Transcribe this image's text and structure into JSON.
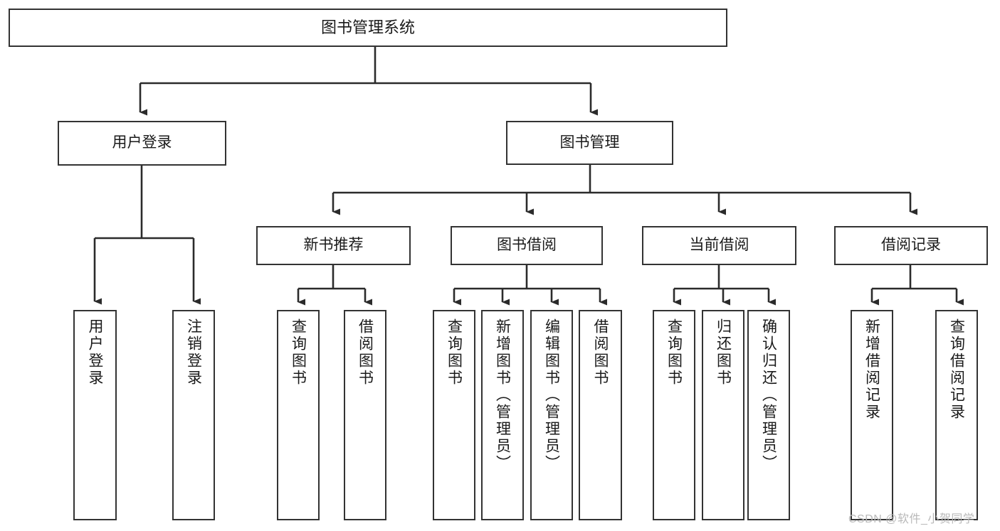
{
  "diagram": {
    "type": "tree",
    "title": "图书管理系统",
    "root": {
      "id": "root",
      "label": "图书管理系统"
    },
    "level1": [
      {
        "id": "user-login",
        "label": "用户登录"
      },
      {
        "id": "book-manage",
        "label": "图书管理"
      }
    ],
    "level2": [
      {
        "id": "new-book-rec",
        "label": "新书推荐",
        "parent": "book-manage"
      },
      {
        "id": "book-borrow",
        "label": "图书借阅",
        "parent": "book-manage"
      },
      {
        "id": "current-borrow",
        "label": "当前借阅",
        "parent": "book-manage"
      },
      {
        "id": "borrow-record",
        "label": "借阅记录",
        "parent": "book-manage"
      }
    ],
    "leaves": [
      {
        "id": "leaf-user-login",
        "label": "用户登录",
        "parent": "user-login"
      },
      {
        "id": "leaf-logout",
        "label": "注销登录",
        "parent": "user-login"
      },
      {
        "id": "leaf-query-book-1",
        "label": "查询图书",
        "parent": "new-book-rec"
      },
      {
        "id": "leaf-borrow-book-1",
        "label": "借阅图书",
        "parent": "new-book-rec"
      },
      {
        "id": "leaf-query-book-2",
        "label": "查询图书",
        "parent": "book-borrow"
      },
      {
        "id": "leaf-add-book",
        "label": "新增图书（管理员）",
        "parent": "book-borrow"
      },
      {
        "id": "leaf-edit-book",
        "label": "编辑图书（管理员）",
        "parent": "book-borrow"
      },
      {
        "id": "leaf-borrow-book-2",
        "label": "借阅图书",
        "parent": "book-borrow"
      },
      {
        "id": "leaf-query-book-3",
        "label": "查询图书",
        "parent": "current-borrow"
      },
      {
        "id": "leaf-return-book",
        "label": "归还图书",
        "parent": "current-borrow"
      },
      {
        "id": "leaf-confirm-return",
        "label": "确认归还（管理员）",
        "parent": "current-borrow"
      },
      {
        "id": "leaf-add-record",
        "label": "新增借阅记录",
        "parent": "borrow-record"
      },
      {
        "id": "leaf-query-record",
        "label": "查询借阅记录",
        "parent": "borrow-record"
      }
    ],
    "colors": {
      "border": "#333333",
      "background": "#ffffff",
      "text": "#1a1a1a",
      "watermark": "#b9b9b9"
    }
  },
  "watermark": {
    "text": "CSDN @软件_小贺同学"
  }
}
